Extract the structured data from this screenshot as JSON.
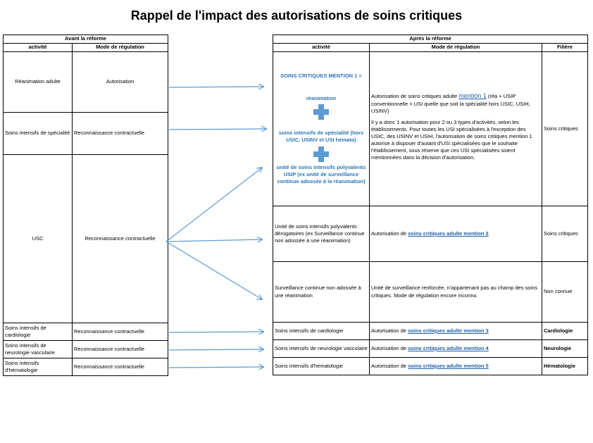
{
  "title": "Rappel de l'impact des autorisations de soins critiques",
  "left": {
    "caption": "Avant la réforme",
    "col_activite": "activité",
    "col_mode": "Mode de régulation",
    "rows": [
      {
        "activite": "Réanimation adulte",
        "mode": "Autorisation"
      },
      {
        "activite": "Soins intensifs de spécialité",
        "mode": "Reconnaissance contractuelle"
      },
      {
        "activite": "USC",
        "mode": "Reconnaissance contractuelle"
      },
      {
        "activite": "Soins intensifs de cardiologie",
        "mode": "Reconnaissance contractuelle"
      },
      {
        "activite": "Soins intensifs de neurologie vasculaire",
        "mode": "Reconnaissance contractuelle"
      },
      {
        "activite": "Soins intensifs d'hématologie",
        "mode": "Reconnaissance contractuelle"
      }
    ]
  },
  "right": {
    "caption": "Après la réforme",
    "col_activite": "activité",
    "col_mode": "Mode de régulation",
    "col_filiere": "Filière",
    "mention1": {
      "heading": "SOINS CRITIQUES MENTION 1 =",
      "item1": "réanimation",
      "item2": "soins intensifs de spécialité (hors USIC, USINV et USI hémato)",
      "item3": "unité de soins intensifs polyvalents USIP (ex unité de surveillance continue adossée à la réanimation)",
      "mode_p1_pre": "Autorisation de soins critiques adulte ",
      "mode_p1_link": "mention 1",
      "mode_p1_post": " (réa + USIP conventionnelle + USI quelle que soit la spécialité hors USIC, USIH, USINV)",
      "mode_p2": "Il y a donc 1 autorisation pour 2 ou 3 types d'activités, selon les établissements. Pour toutes les USI spécialisées à l'exception des USIC, des USINV et USIH, l'autorisation de soins critiques mention 1 autorise à disposer d'autant d'USI spécialisées que le souhaite l'établissement, sous réserve que ces USI spécialisées soient mentionnées dans la décision d'autorisation.",
      "filiere": "Soins critiques"
    },
    "rows": [
      {
        "activite": "Unité de soins intensifs polyvalents dérogatoires (ex Surveillance continue non adossée à une réanimation)",
        "mode_pre": "Autorisation de ",
        "mode_link": "soins critiques adulte mention 2",
        "filiere": "Soins critiques"
      },
      {
        "activite": "Surveillance continue non adossée à une réanimation",
        "mode_pre": "Unité de surveillance renforcée, n'appartenant pas au champ des soins critiques. Mode de régulation encore inconnu",
        "mode_link": "",
        "filiere": "Non connue"
      },
      {
        "activite": "Soins intensifs de cardiologie",
        "mode_pre": "Autorisation de ",
        "mode_link": "soins critiques adulte mention 3",
        "filiere": "Cardiologie"
      },
      {
        "activite": "Soins intensifs de neurologie vasculaire",
        "mode_pre": "Autorisation de ",
        "mode_link": "soins critiques adulte mention 4",
        "filiere": "Neurologie"
      },
      {
        "activite": "Soins intensifs d'hématologie",
        "mode_pre": "Autorisation de ",
        "mode_link": "soins critiques adulte mention 5",
        "filiere": "Hématologie"
      }
    ]
  },
  "colors": {
    "arrow": "#5b9bd5",
    "blue_text": "#2e75b6",
    "link": "#1f5fa8"
  }
}
